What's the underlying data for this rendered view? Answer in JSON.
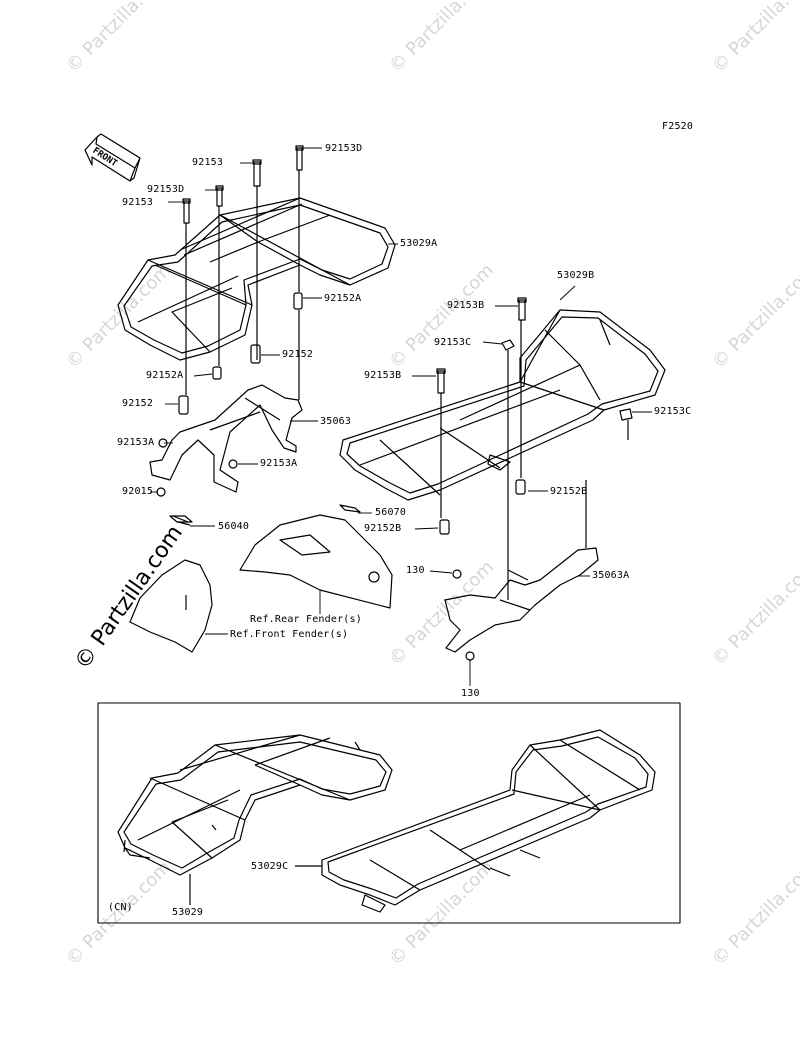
{
  "figure_code": "F2520",
  "front_label": "FRONT",
  "inset_label": "(CN)",
  "watermark": "© Partzilla.com",
  "callouts": {
    "c92153d_top": "92153D",
    "c92153_top": "92153",
    "c92153d_left": "92153D",
    "c92153_left": "92153",
    "c53029a": "53029A",
    "c92152a_r": "92152A",
    "c92152_r": "92152",
    "c92152a_l": "92152A",
    "c92152_l": "92152",
    "c35063": "35063",
    "c92153a_l": "92153A",
    "c92153a_r": "92153A",
    "c92015": "92015",
    "c56040": "56040",
    "c56070": "56070",
    "c92152b_l": "92152B",
    "c53029b": "53029B",
    "c92153b_t": "92153B",
    "c92153c_l": "92153C",
    "c92153b_l": "92153B",
    "c92153c_r": "92153C",
    "c92152b_r": "92152B",
    "c130_t": "130",
    "c35063a": "35063A",
    "c130_b": "130",
    "ref_rear": "Ref.Rear Fender(s)",
    "ref_front": "Ref.Front Fender(s)",
    "c53029c": "53029C",
    "c53029": "53029"
  }
}
